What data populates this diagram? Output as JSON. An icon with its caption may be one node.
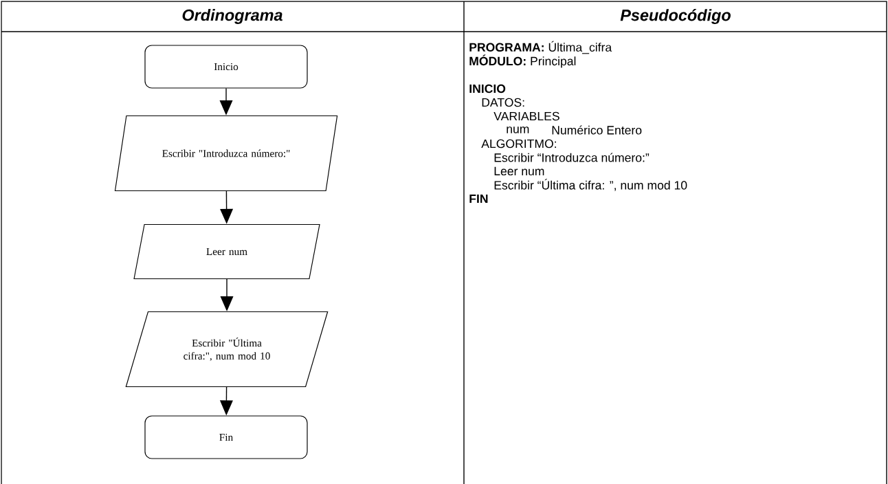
{
  "diagram": {
    "nodes": [
      {
        "text": [
          "Inicio"
        ]
      },
      {
        "text": [
          "Escribir \"Introduzca número:\""
        ]
      },
      {
        "text": [
          "Leer num"
        ]
      },
      {
        "text": [
          "Escribir \"Última cifra:\", num mod 10"
        ]
      },
      {
        "text": [
          "Fin"
        ]
      }
    ],
    "edges": [
      {
        "from": 0,
        "to": 1,
        "arrow": "to"
      },
      {
        "from": 1,
        "to": 2,
        "arrow": "to"
      },
      {
        "from": 2,
        "to": 3,
        "arrow": "to"
      },
      {
        "from": 3,
        "to": 4,
        "arrow": "to"
      }
    ],
    "labels": [
      "Ordinograma",
      "Pseudocódigo",
      "**PROGRAMA:** Última_cifra",
      "**MÓDULO:** Principal",
      "INICIO",
      "DATOS:",
      "VARIABLES",
      "num",
      "Numérico Entero",
      "ALGORITMO:",
      "Escribir “Introduzca número:”",
      "Leer num",
      "Escribir “Última cifra: ”, num mod 10",
      "FIN"
    ]
  }
}
